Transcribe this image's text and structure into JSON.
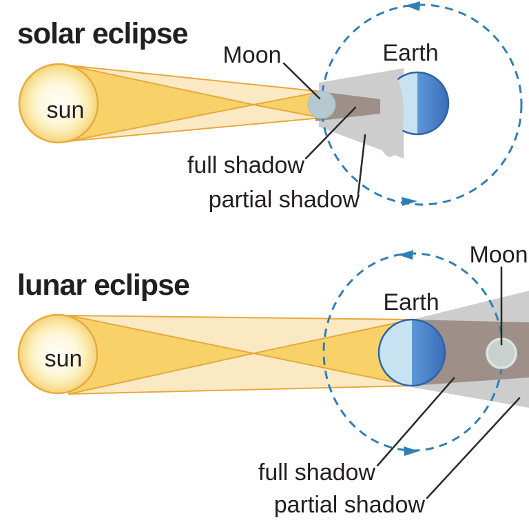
{
  "colors": {
    "ray_pale": "#FAE9C3",
    "ray_bright": "#F8D269",
    "ray_outline": "#E8A83D",
    "sun_border": "#E9A93D",
    "penumbra": "#CDCDCE",
    "umbra": "#9E9089",
    "earth_day": "#C7E3F2",
    "earth_night": "#4A84CC",
    "earth_border": "#2F62A8",
    "moon_solar": "#B6C9D1",
    "moon_lunar": "#C7D1CD",
    "moon_lunar_border": "#DFE3E1",
    "orbit": "#2E7FB5",
    "label_text": "#231F20",
    "leader_line": "#2B2B2B"
  },
  "solar_section": {
    "title": "solar eclipse",
    "sun_label": "sun",
    "moon_label": "Moon",
    "earth_label": "Earth",
    "full_shadow_label": "full shadow",
    "partial_shadow_label": "partial shadow"
  },
  "lunar_section": {
    "title": "lunar eclipse",
    "sun_label": "sun",
    "moon_label": "Moon",
    "earth_label": "Earth",
    "full_shadow_label": "full shadow",
    "partial_shadow_label": "partial shadow"
  }
}
